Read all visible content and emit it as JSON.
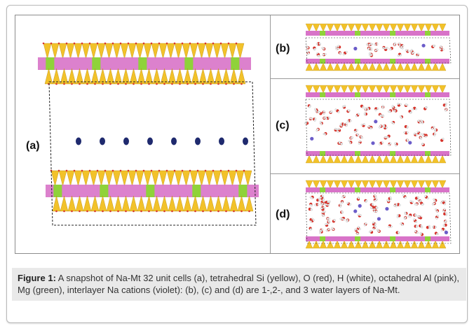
{
  "figure": {
    "panels": [
      "(a)",
      "(b)",
      "(c)",
      "(d)"
    ],
    "caption_label": "Figure 1:",
    "caption_text": " A snapshot of Na-Mt 32 unit cells (a), tetrahedral Si (yellow), O (red), H (white), octahedral Al (pink), Mg (green), interlayer Na cations (violet): (b), (c) and (d) are 1-,2-, and 3 water layers of Na-Mt."
  },
  "colors": {
    "tetrahedral_si": "#f2c22a",
    "oxygen": "#d8322a",
    "hydrogen": "#f4f4f4",
    "octahedral_al": "#d873c8",
    "mg": "#8fd23a",
    "na_cation": "#1f2a6e"
  }
}
